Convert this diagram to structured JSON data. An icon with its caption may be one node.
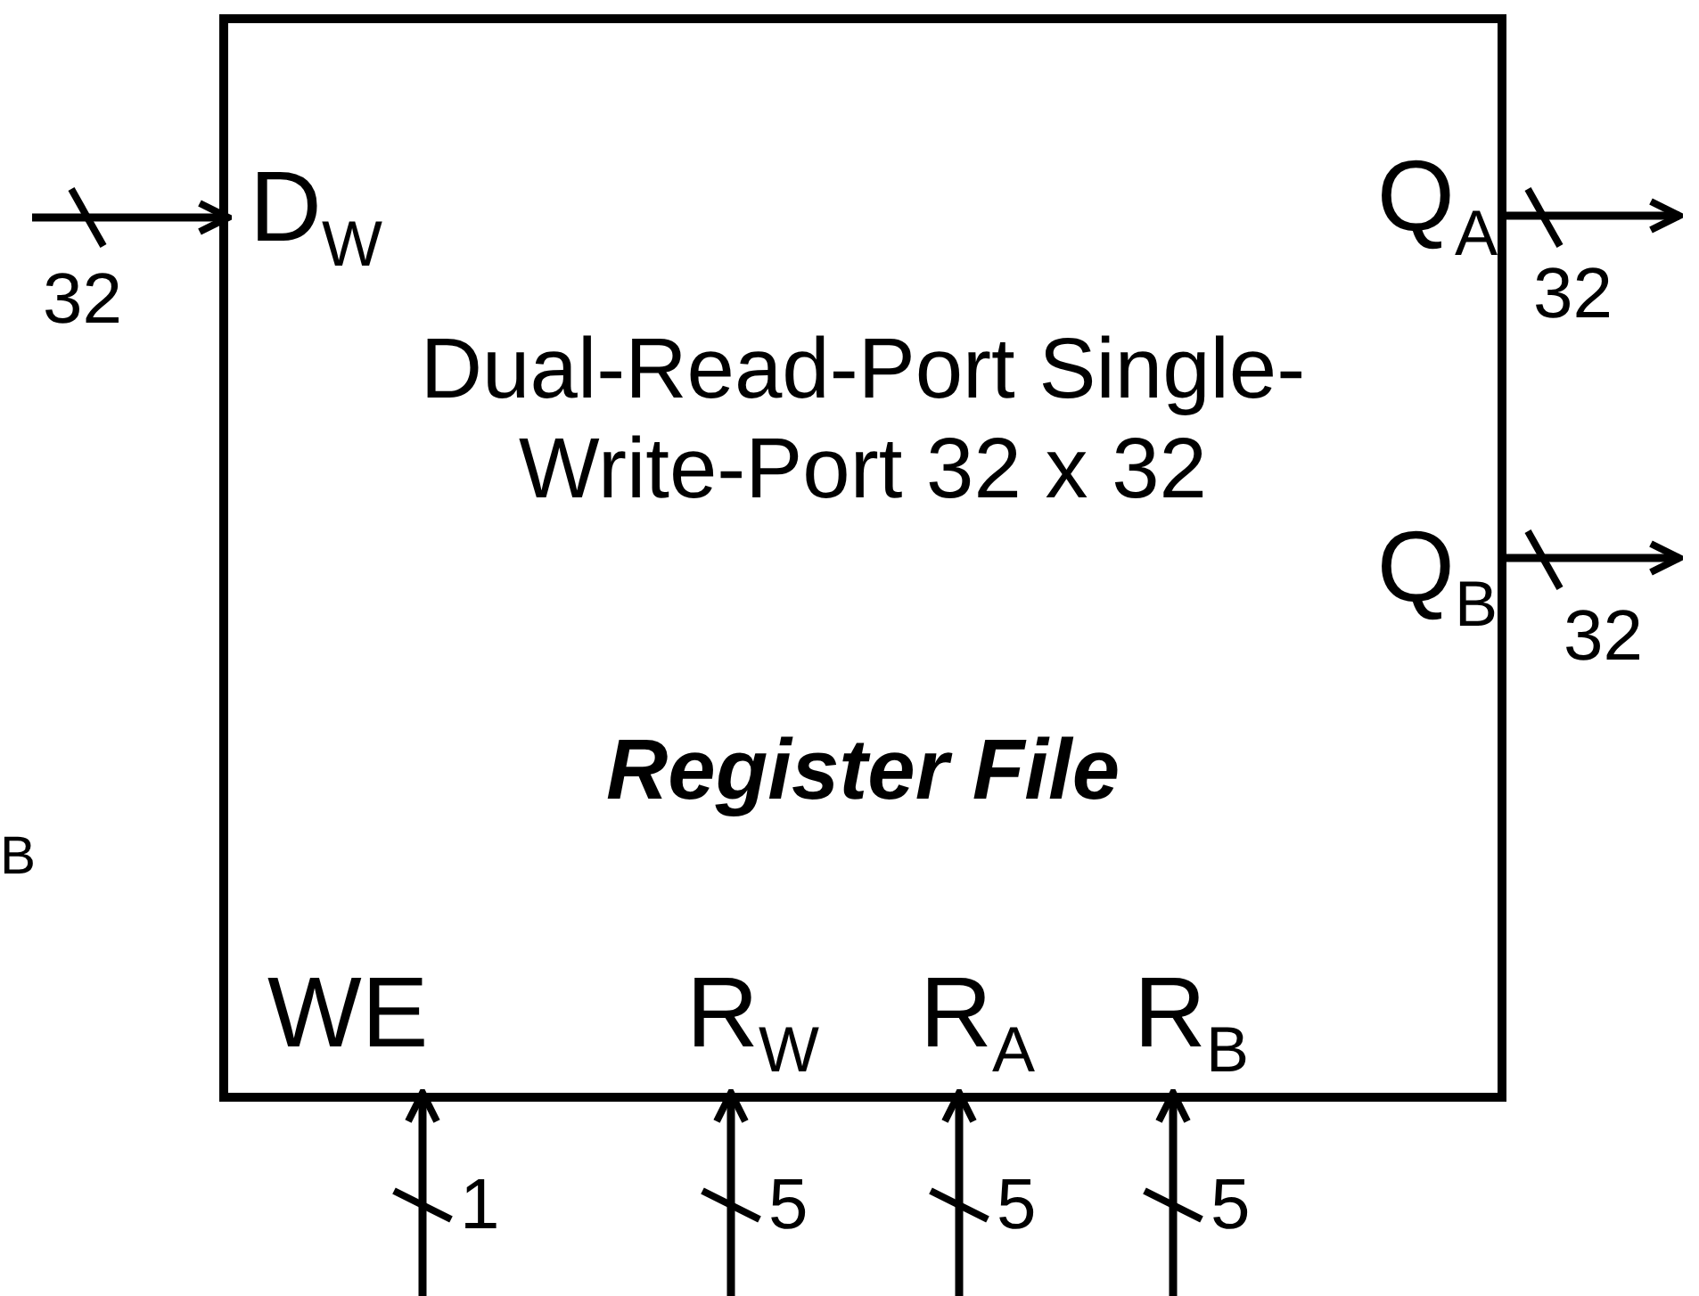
{
  "diagram": {
    "nodes": [
      {
        "text": [
          "Dual-Read-Port Single-Write-Port 32 x 32",
          "Register File"
        ]
      },
      {
        "text": [
          "D$_{W}$"
        ],
        "in": 0
      },
      {
        "text": [
          "Q$_{A}$"
        ],
        "in": 0
      },
      {
        "text": [
          "Q$_{B}$"
        ],
        "in": 0
      },
      {
        "text": [
          "WE"
        ],
        "in": 0
      },
      {
        "text": [
          "R$_{W}$"
        ],
        "in": 0
      },
      {
        "text": [
          "R$_{A}$"
        ],
        "in": 0
      },
      {
        "text": [
          "R$_{B}$"
        ],
        "in": 0
      }
    ],
    "edges": [
      {
        "from": null,
        "to": 1,
        "arrow": "to",
        "label": "32"
      },
      {
        "from": 2,
        "to": null,
        "arrow": "to",
        "label": "32"
      },
      {
        "from": 3,
        "to": null,
        "arrow": "to",
        "label": "32"
      },
      {
        "from": null,
        "to": 4,
        "arrow": "to",
        "label": "1"
      },
      {
        "from": null,
        "to": 5,
        "arrow": "to",
        "label": "5"
      },
      {
        "from": null,
        "to": 6,
        "arrow": "to",
        "label": "5"
      },
      {
        "from": null,
        "to": 7,
        "arrow": "to",
        "label": "5"
      }
    ],
    "labels": [
      "B"
    ]
  }
}
